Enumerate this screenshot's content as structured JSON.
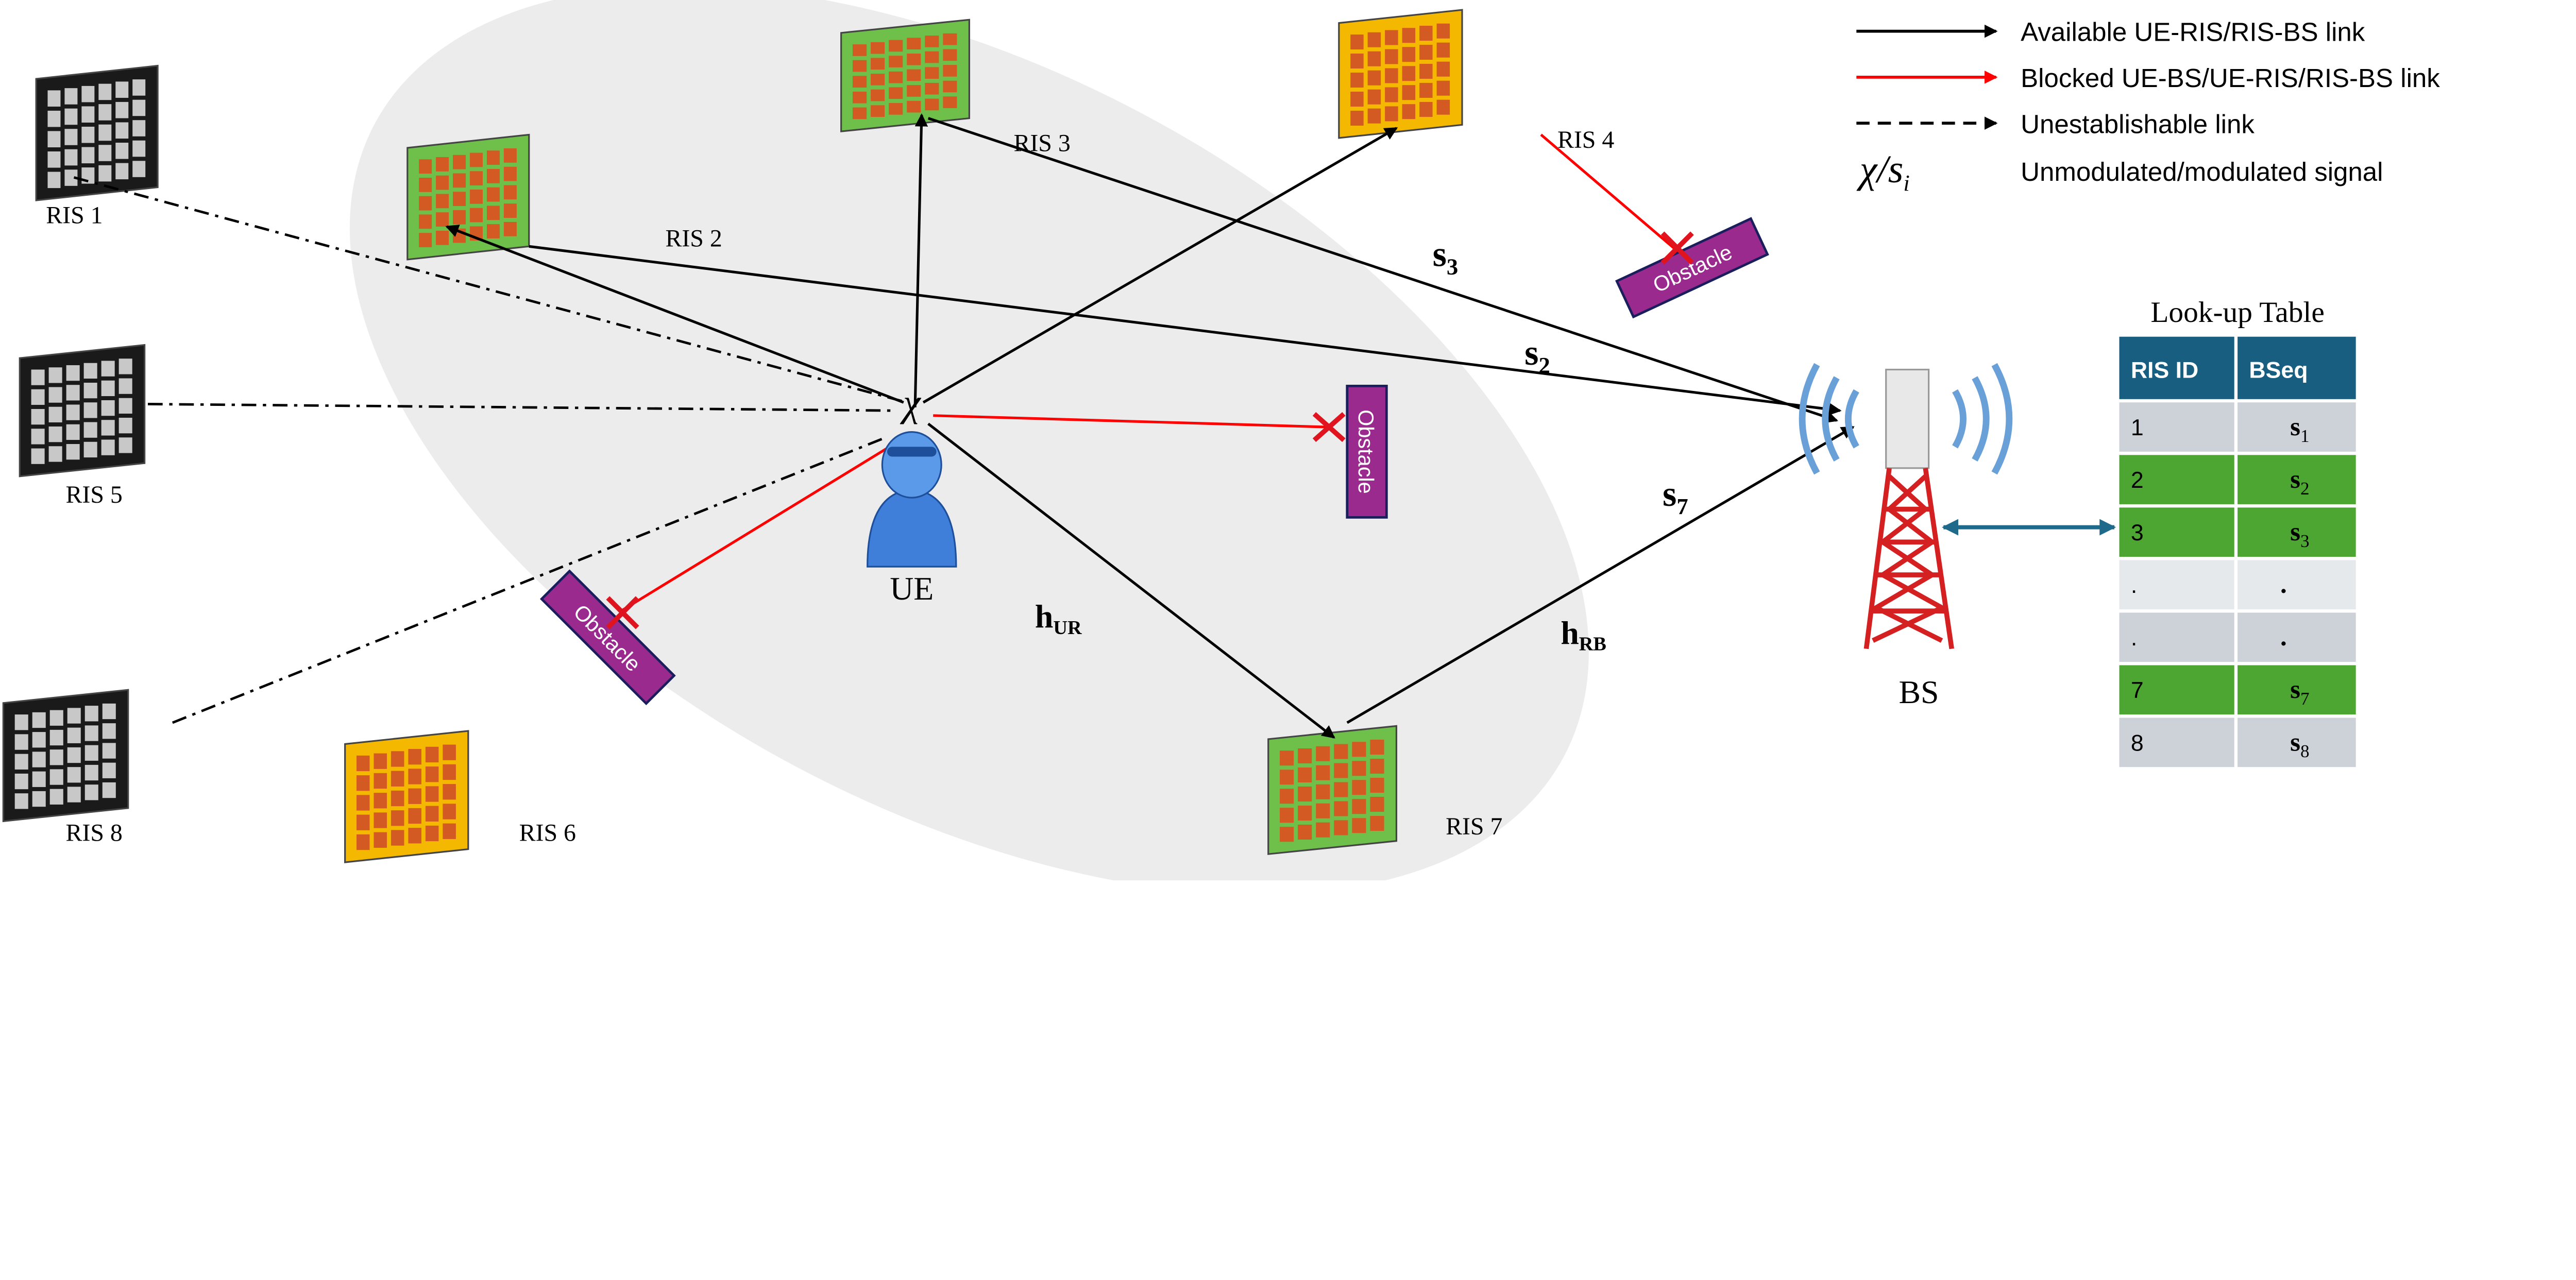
{
  "legend": {
    "items": [
      {
        "label": "Available UE-RIS/RIS-BS link",
        "color": "#000000",
        "style": "solid-arrow"
      },
      {
        "label": "Blocked UE-BS/UE-RIS/RIS-BS link",
        "color": "#ff0000",
        "style": "solid-arrow"
      },
      {
        "label": "Unestablishable link",
        "color": "#000000",
        "style": "dashed-arrow"
      }
    ],
    "signal_symbol": "χ/s",
    "signal_symbol_sub": "i",
    "signal_label": "Unmodulated/modulated signal"
  },
  "ris": [
    {
      "label": "RIS 1",
      "state": "unestablishable",
      "color": "#1a1a1a"
    },
    {
      "label": "RIS 2",
      "state": "available",
      "color": "#6fc04a"
    },
    {
      "label": "RIS 3",
      "state": "available",
      "color": "#6fc04a"
    },
    {
      "label": "RIS 4",
      "state": "blocked",
      "color": "#f5b800"
    },
    {
      "label": "RIS 5",
      "state": "unestablishable",
      "color": "#1a1a1a"
    },
    {
      "label": "RIS 6",
      "state": "idle",
      "color": "#f5b800"
    },
    {
      "label": "RIS 7",
      "state": "available",
      "color": "#6fc04a"
    },
    {
      "label": "RIS 8",
      "state": "unestablishable",
      "color": "#1a1a1a"
    }
  ],
  "nodes": {
    "ue_label": "UE",
    "bs_label": "BS",
    "ue_signal": "χ"
  },
  "obstacle_label": "Obstacle",
  "links": {
    "s3": "s",
    "s3_sub": "3",
    "s2": "s",
    "s2_sub": "2",
    "s7": "s",
    "s7_sub": "7",
    "hUR": "h",
    "hUR_sub": "UR",
    "hRB": "h",
    "hRB_sub": "RB"
  },
  "table": {
    "title": "Look-up Table",
    "headers": [
      "RIS ID",
      "BSeq"
    ],
    "header_color": "#175e80",
    "rows": [
      {
        "id": "1",
        "seq": "s",
        "sub": "1",
        "active": false
      },
      {
        "id": "2",
        "seq": "s",
        "sub": "2",
        "active": true
      },
      {
        "id": "3",
        "seq": "s",
        "sub": "3",
        "active": true
      },
      {
        "id": ".",
        "seq": ".",
        "sub": "",
        "active": false
      },
      {
        "id": ".",
        "seq": ".",
        "sub": "",
        "active": false
      },
      {
        "id": "7",
        "seq": "s",
        "sub": "7",
        "active": true
      },
      {
        "id": "8",
        "seq": "s",
        "sub": "8",
        "active": false
      }
    ]
  }
}
